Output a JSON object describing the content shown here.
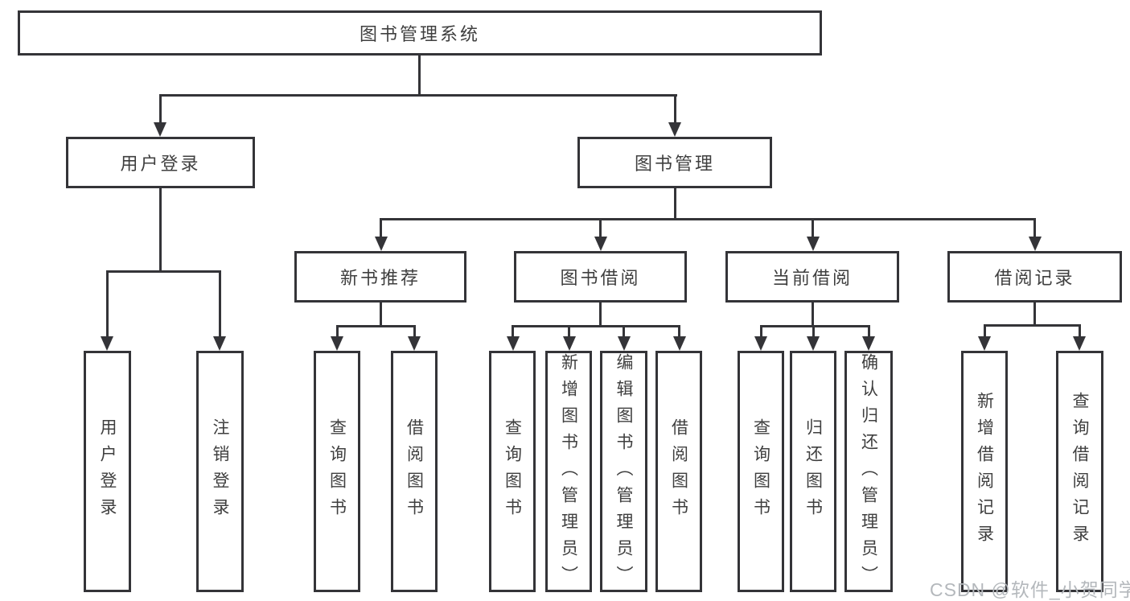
{
  "tree": {
    "label": "图书管理系统",
    "children": [
      {
        "label": "用户登录",
        "children": [
          {
            "label": "用户登录"
          },
          {
            "label": "注销登录"
          }
        ]
      },
      {
        "label": "图书管理",
        "children": [
          {
            "label": "新书推荐",
            "children": [
              {
                "label": "查询图书"
              },
              {
                "label": "借阅图书"
              }
            ]
          },
          {
            "label": "图书借阅",
            "children": [
              {
                "label": "查询图书"
              },
              {
                "label": "新增图书（管理员）"
              },
              {
                "label": "编辑图书（管理员）"
              },
              {
                "label": "借阅图书"
              }
            ]
          },
          {
            "label": "当前借阅",
            "children": [
              {
                "label": "查询图书"
              },
              {
                "label": "归还图书"
              },
              {
                "label": "确认归还（管理员）"
              }
            ]
          },
          {
            "label": "借阅记录",
            "children": [
              {
                "label": "新增借阅记录"
              },
              {
                "label": "查询借阅记录"
              }
            ]
          }
        ]
      }
    ]
  },
  "watermark": {
    "text": "CSDN @软件_小贺同学"
  },
  "colors": {
    "line": "#343438",
    "box_border": "#343438",
    "box_fill": "#ffffff",
    "text": "#3f3f3f",
    "watermark": "#b4b8bc",
    "background": "#ffffff"
  }
}
